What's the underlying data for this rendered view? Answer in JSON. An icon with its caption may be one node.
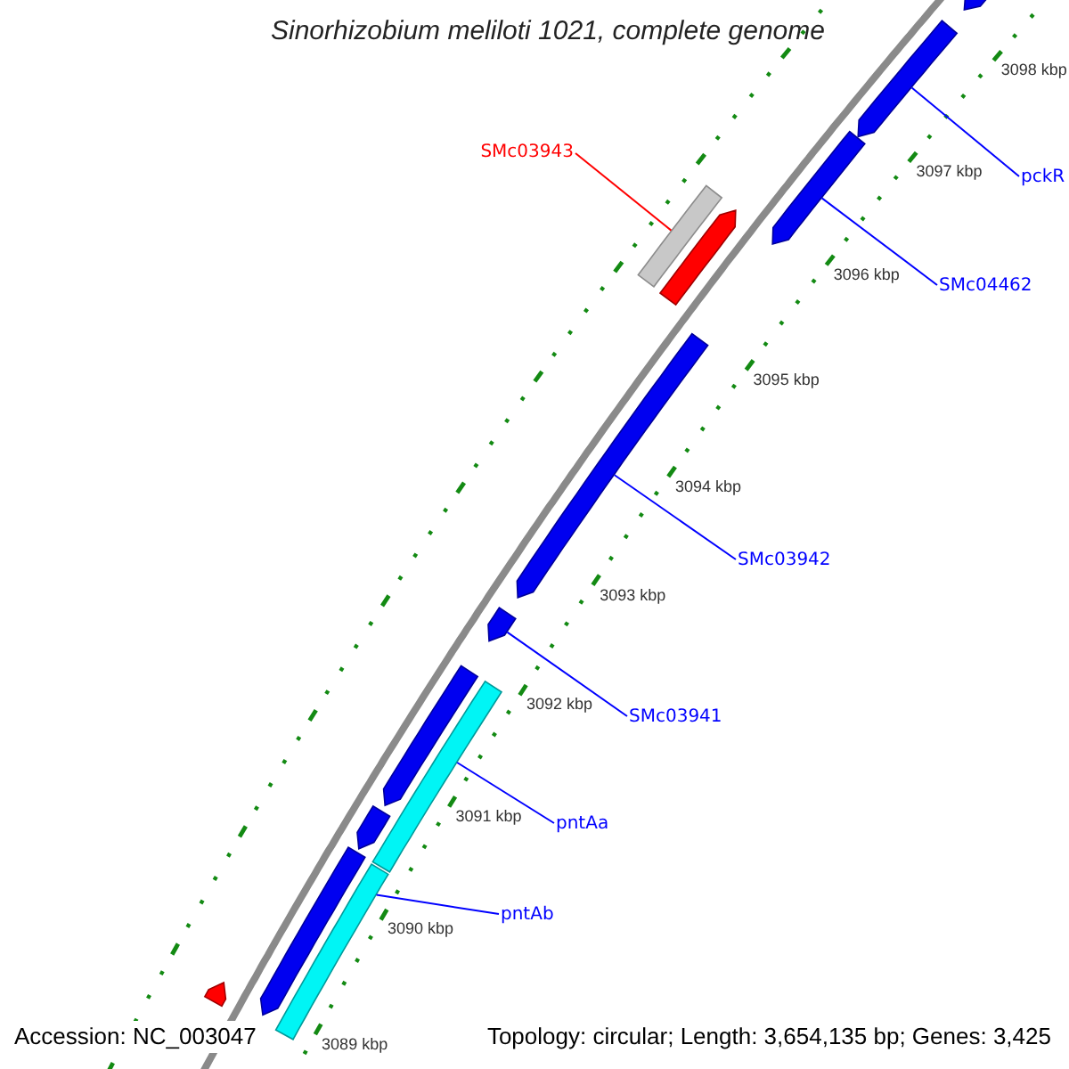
{
  "diagram": {
    "title": "Sinorhizobium meliloti 1021, complete genome",
    "nodes": [
      {
        "text": [
          "SMc03943"
        ]
      },
      {
        "text": [
          "pckR"
        ]
      },
      {
        "text": [
          "SMc04462"
        ]
      },
      {
        "text": [
          "SMc03942"
        ]
      },
      {
        "text": [
          "SMc03941"
        ]
      },
      {
        "text": [
          "pntAa"
        ]
      },
      {
        "text": [
          "pntAb"
        ]
      },
      {
        "text": [],
        "shape": "bar"
      },
      {
        "text": [],
        "shape": "bar"
      },
      {
        "text": [],
        "shape": "bar"
      },
      {
        "text": [],
        "shape": "bar"
      },
      {
        "text": [],
        "shape": "bar"
      },
      {
        "text": [],
        "shape": "bar"
      },
      {
        "text": [],
        "shape": "bar"
      },
      {
        "text": [],
        "shape": "bar"
      },
      {
        "text": [],
        "shape": "bar"
      },
      {
        "text": [],
        "shape": "bar"
      },
      {
        "text": [],
        "shape": "bar"
      },
      {
        "text": [],
        "shape": "bar"
      },
      {
        "text": [],
        "shape": "bar"
      }
    ],
    "edges": [
      {
        "from": 0,
        "to": 10,
        "arrow": "none",
        "color": "#ff0000"
      },
      {
        "from": 1,
        "to": 8,
        "arrow": "none"
      },
      {
        "from": 2,
        "to": 9,
        "arrow": "none"
      },
      {
        "from": 3,
        "to": 12,
        "arrow": "none"
      },
      {
        "from": 4,
        "to": 13,
        "arrow": "none"
      },
      {
        "from": 5,
        "to": 15,
        "arrow": "none"
      },
      {
        "from": 6,
        "to": 18,
        "arrow": "none"
      }
    ],
    "labels": [
      "3098 kbp",
      "3097 kbp",
      "3096 kbp",
      "3095 kbp",
      "3094 kbp",
      "3093 kbp",
      "3092 kbp",
      "3091 kbp",
      "3090 kbp",
      "3089 kbp",
      "Accession: NC_003047",
      "Topology: circular; Length: 3,654,135 bp; Genes: 3,425"
    ]
  }
}
